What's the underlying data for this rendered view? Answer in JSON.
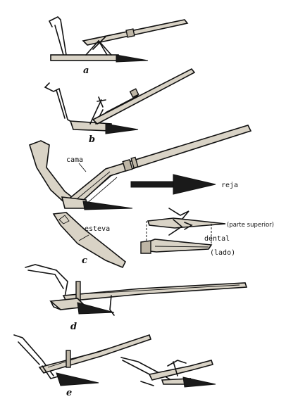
{
  "figure_labels": {
    "a": "a",
    "b": "b",
    "c": "c",
    "d": "d",
    "e": "e"
  },
  "annotations": {
    "cama": "cama",
    "reja": "reja",
    "esteva": "esteva",
    "parte_superior": "(parte superior)",
    "dental": "dental",
    "lado": "(lado)"
  },
  "icons": {
    "arrow": "right-arrow-icon"
  }
}
